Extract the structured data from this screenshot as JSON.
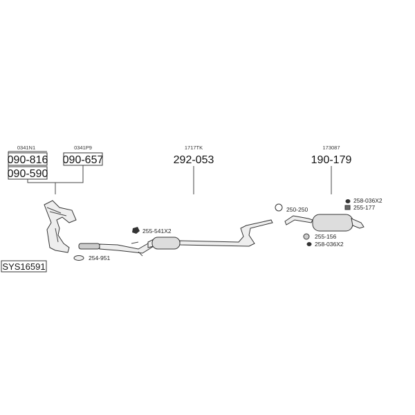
{
  "diagram": {
    "system_code": "SYS16591",
    "parts": [
      {
        "ref": "0341N1",
        "number": "090-816"
      },
      {
        "ref": "",
        "number": "090-590"
      },
      {
        "ref": "0341P9",
        "number": "090-657"
      },
      {
        "ref": "1717TK",
        "number": "292-053"
      },
      {
        "ref": "173087",
        "number": "190-179"
      }
    ],
    "accessories": [
      {
        "number": "255-541X2",
        "icon": "rubber-mount-icon"
      },
      {
        "number": "254-951",
        "icon": "gasket-icon"
      },
      {
        "number": "250-250",
        "icon": "clamp-icon"
      },
      {
        "number": "258-036X2",
        "icon": "rubber-ring-icon"
      },
      {
        "number": "255-177",
        "icon": "bracket-icon"
      },
      {
        "number": "255-156",
        "icon": "hanger-icon"
      },
      {
        "number": "258-036X2",
        "icon": "rubber-ring-icon"
      }
    ]
  }
}
